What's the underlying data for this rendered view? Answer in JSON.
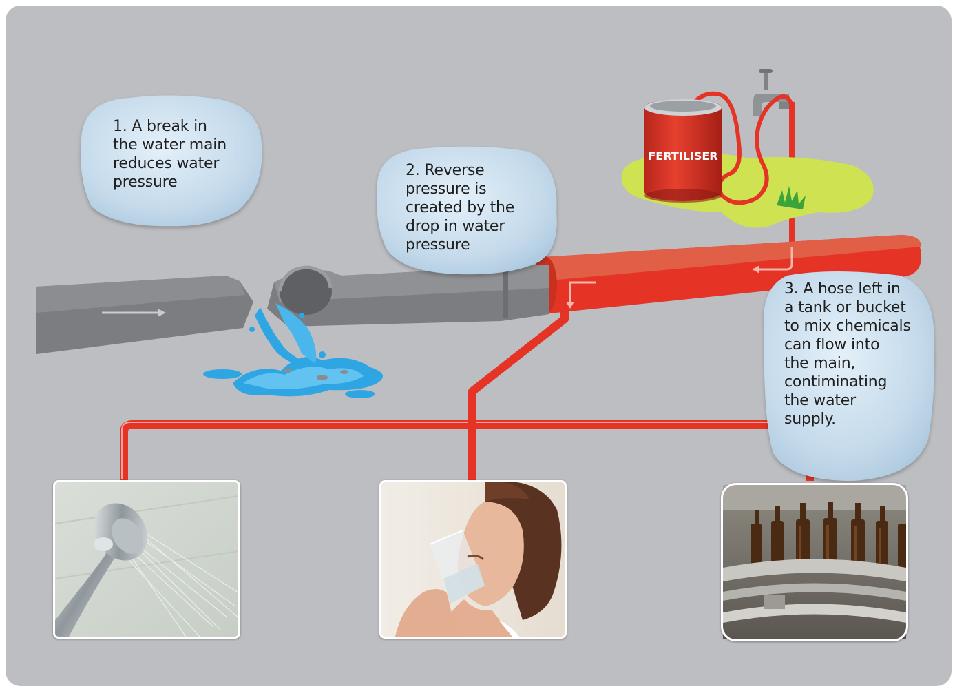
{
  "callouts": {
    "step1": "1. A break in\nthe water main\nreduces water\npressure",
    "step2": "2. Reverse\npressure is\ncreated by the\ndrop in water\npressure",
    "step3": "3. A hose left in\na tank or bucket\nto mix chemicals\ncan flow into\nthe main,\ncontiminating\nthe water\nsupply."
  },
  "labels": {
    "fertiliser": "FERTILISER"
  },
  "colors": {
    "background": "#bdbec2",
    "clean_pipe": "#7b7d80",
    "contaminated_pipe": "#e53326",
    "water": "#2fa6e4",
    "callout_fill": "#c7dced"
  }
}
